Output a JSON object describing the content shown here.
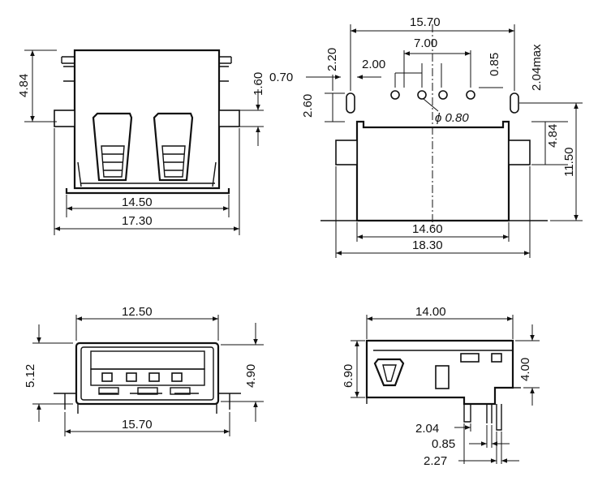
{
  "views": {
    "top_left": {
      "height_left": "4.84",
      "pin_right": "1.60",
      "inner_width": "14.50",
      "outer_width": "17.30"
    },
    "top_right": {
      "pitch_total": "15.70",
      "pitch_inner": "7.00",
      "slot_pitch": "2.20",
      "hole_pitch": "2.00",
      "hole_offset": "0.85",
      "slot_len_max": "2.04max",
      "slot_width": "0.70",
      "slot_offset": "2.60",
      "hole_dia": "ϕ 0.80",
      "tab_height": "4.84",
      "total_height": "11.50",
      "body_width": "14.60",
      "total_width": "18.30"
    },
    "bottom_left": {
      "opening_width": "12.50",
      "height_outer": "5.12",
      "height_inner": "4.90",
      "width_total": "15.70"
    },
    "bottom_right": {
      "length": "14.00",
      "height_left": "6.90",
      "height_right": "4.00",
      "pin_a": "2.04",
      "pin_b": "0.85",
      "pin_c": "2.27"
    }
  }
}
